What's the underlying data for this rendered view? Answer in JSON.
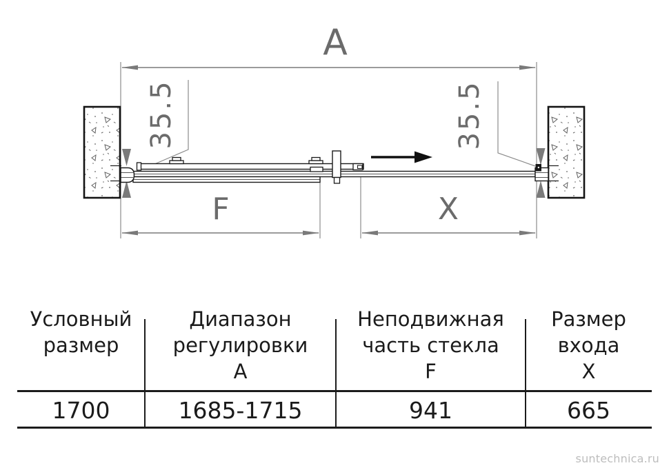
{
  "drawing": {
    "labels": {
      "overall_width": "A",
      "fixed_glass": "F",
      "entrance": "X",
      "wall_profile_left": "35.5",
      "wall_profile_right": "35.5"
    },
    "colors": {
      "line_black": "#1a1a1a",
      "dimension_gray": "#7a7a7a",
      "letter_gray": "#6b6b6b"
    }
  },
  "table": {
    "columns": [
      {
        "header_lines": [
          "Условный",
          "размер"
        ],
        "value": "1700"
      },
      {
        "header_lines": [
          "Диапазон",
          "регулировки",
          "А"
        ],
        "value": "1685-1715"
      },
      {
        "header_lines": [
          "Неподвижная",
          "часть стекла",
          "F"
        ],
        "value": "941"
      },
      {
        "header_lines": [
          "Размер",
          "входа",
          "X"
        ],
        "value": "665"
      }
    ]
  },
  "watermark": {
    "text": "suntechnica.ru"
  }
}
